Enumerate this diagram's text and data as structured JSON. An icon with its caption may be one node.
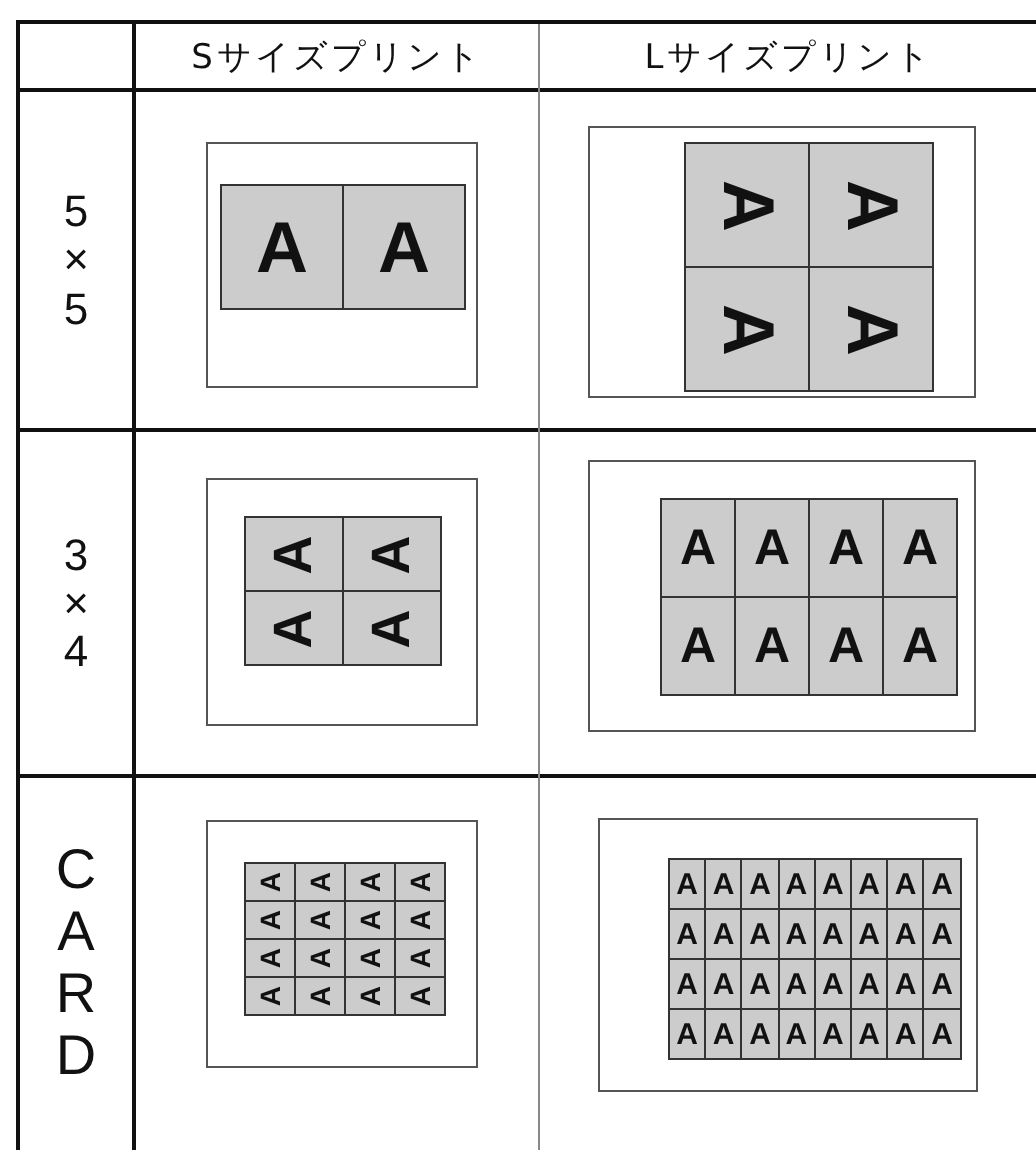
{
  "diagram": {
    "nodes": [
      {
        "text": [],
        "shape": "box"
      },
      {
        "text": [
          "A"
        ],
        "in": 0
      },
      {
        "text": [
          "A"
        ],
        "in": 0
      },
      {
        "text": [],
        "shape": "box"
      },
      {
        "text": [
          "A"
        ],
        "in": 3
      },
      {
        "text": [
          "A"
        ],
        "in": 3
      },
      {
        "text": [
          "A"
        ],
        "in": 3
      },
      {
        "text": [
          "A"
        ],
        "in": 3
      },
      {
        "text": [],
        "shape": "box"
      },
      {
        "text": [
          "A"
        ],
        "in": 8
      },
      {
        "text": [
          "A"
        ],
        "in": 8
      },
      {
        "text": [
          "A"
        ],
        "in": 8
      },
      {
        "text": [
          "A"
        ],
        "in": 8
      },
      {
        "text": [],
        "shape": "box"
      },
      {
        "text": [
          "A"
        ],
        "in": 13
      },
      {
        "text": [
          "A"
        ],
        "in": 13
      },
      {
        "text": [
          "A"
        ],
        "in": 13
      },
      {
        "text": [
          "A"
        ],
        "in": 13
      },
      {
        "text": [
          "A"
        ],
        "in": 13
      },
      {
        "text": [
          "A"
        ],
        "in": 13
      },
      {
        "text": [
          "A"
        ],
        "in": 13
      },
      {
        "text": [
          "A"
        ],
        "in": 13
      },
      {
        "text": [],
        "shape": "box"
      },
      {
        "text": [
          "A"
        ],
        "in": 22
      },
      {
        "text": [
          "A"
        ],
        "in": 22
      },
      {
        "text": [
          "A"
        ],
        "in": 22
      },
      {
        "text": [
          "A"
        ],
        "in": 22
      },
      {
        "text": [
          "A"
        ],
        "in": 22
      },
      {
        "text": [
          "A"
        ],
        "in": 22
      },
      {
        "text": [
          "A"
        ],
        "in": 22
      },
      {
        "text": [
          "A"
        ],
        "in": 22
      },
      {
        "text": [
          "A"
        ],
        "in": 22
      },
      {
        "text": [
          "A"
        ],
        "in": 22
      },
      {
        "text": [
          "A"
        ],
        "in": 22
      },
      {
        "text": [
          "A"
        ],
        "in": 22
      },
      {
        "text": [
          "A"
        ],
        "in": 22
      },
      {
        "text": [
          "A"
        ],
        "in": 22
      },
      {
        "text": [
          "A"
        ],
        "in": 22
      },
      {
        "text": [
          "A"
        ],
        "in": 22
      },
      {
        "text": [],
        "shape": "box"
      },
      {
        "text": [
          "A"
        ],
        "in": 39
      },
      {
        "text": [
          "A"
        ],
        "in": 39
      },
      {
        "text": [
          "A"
        ],
        "in": 39
      },
      {
        "text": [
          "A"
        ],
        "in": 39
      },
      {
        "text": [
          "A"
        ],
        "in": 39
      },
      {
        "text": [
          "A"
        ],
        "in": 39
      },
      {
        "text": [
          "A"
        ],
        "in": 39
      },
      {
        "text": [
          "A"
        ],
        "in": 39
      },
      {
        "text": [
          "A"
        ],
        "in": 39
      },
      {
        "text": [
          "A"
        ],
        "in": 39
      },
      {
        "text": [
          "A"
        ],
        "in": 39
      },
      {
        "text": [
          "A"
        ],
        "in": 39
      },
      {
        "text": [
          "A"
        ],
        "in": 39
      },
      {
        "text": [
          "A"
        ],
        "in": 39
      },
      {
        "text": [
          "A"
        ],
        "in": 39
      },
      {
        "text": [
          "A"
        ],
        "in": 39
      },
      {
        "text": [
          "A"
        ],
        "in": 39
      },
      {
        "text": [
          "A"
        ],
        "in": 39
      },
      {
        "text": [
          "A"
        ],
        "in": 39
      },
      {
        "text": [
          "A"
        ],
        "in": 39
      },
      {
        "text": [
          "A"
        ],
        "in": 39
      },
      {
        "text": [
          "A"
        ],
        "in": 39
      },
      {
        "text": [
          "A"
        ],
        "in": 39
      },
      {
        "text": [
          "A"
        ],
        "in": 39
      },
      {
        "text": [
          "A"
        ],
        "in": 39
      },
      {
        "text": [
          "A"
        ],
        "in": 39
      },
      {
        "text": [
          "A"
        ],
        "in": 39
      },
      {
        "text": [
          "A"
        ],
        "in": 39
      },
      {
        "text": [
          "A"
        ],
        "in": 39
      },
      {
        "text": [
          "A"
        ],
        "in": 39
      },
      {
        "text": [
          "A"
        ],
        "in": 39
      },
      {
        "text": [
          "A"
        ],
        "in": 39
      }
    ],
    "labels": [
      "Sサイズプリント",
      "Lサイズプリント",
      "5×5",
      "3×4",
      "CARD"
    ]
  }
}
